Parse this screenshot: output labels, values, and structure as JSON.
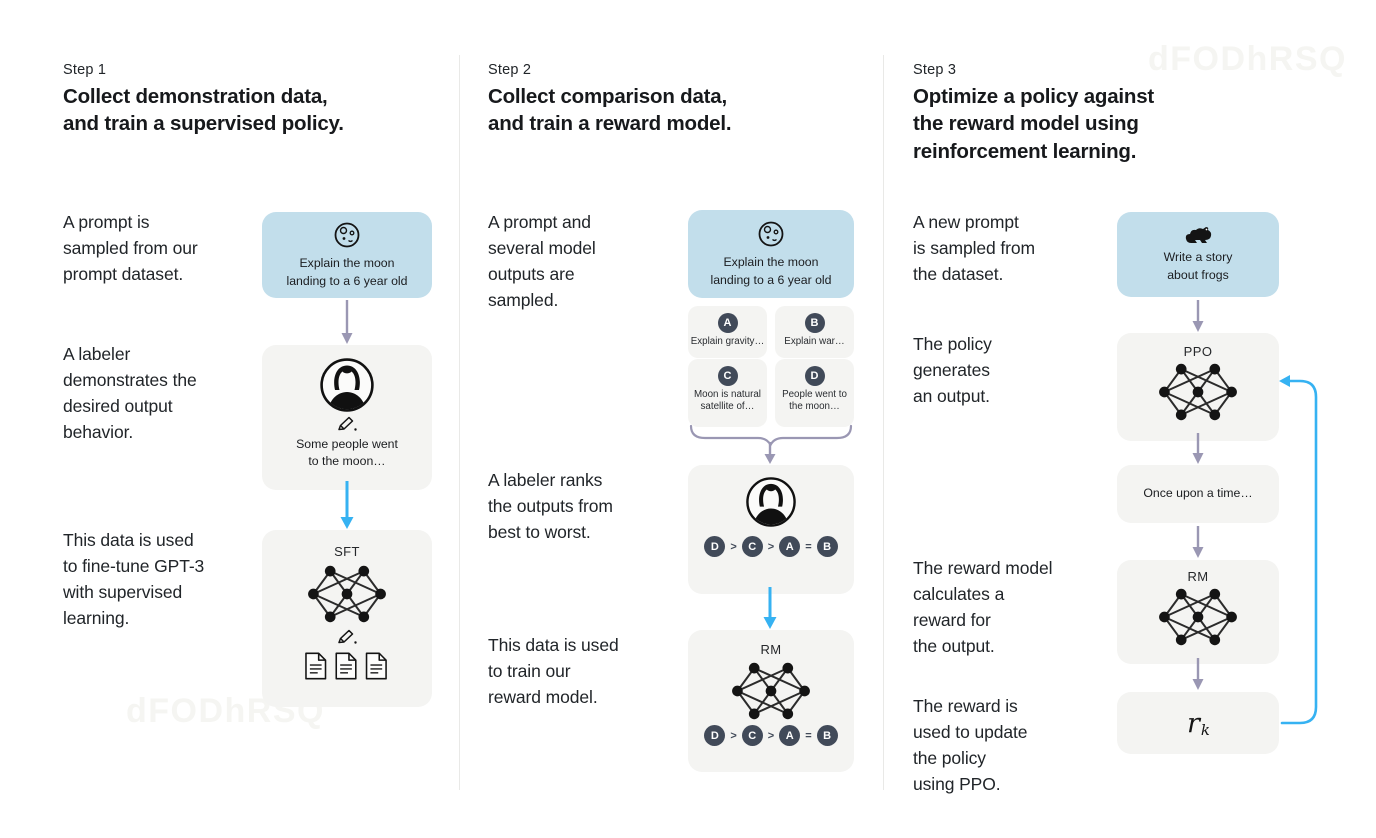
{
  "watermark": "dFODhRSQ",
  "colors": {
    "prompt_box_bg": "#c2deeb",
    "panel_bg": "#f4f4f2",
    "flow_arrow_gray": "#9a97b3",
    "flow_arrow_blue": "#36b2f2",
    "badge_bg": "#414a59",
    "text": "#212529"
  },
  "steps": [
    {
      "label": "Step 1",
      "title": "Collect demonstration data,\nand train a supervised policy.",
      "paragraphs": [
        "A prompt is\nsampled from our\nprompt dataset.",
        "A labeler\ndemonstrates the\ndesired output\nbehavior.",
        "This data is used\nto fine-tune GPT-3\nwith supervised\nlearning."
      ],
      "prompt_box": {
        "icon": "moon-icon",
        "text": "Explain the moon\nlanding to a 6 year old"
      },
      "labeler_box": {
        "icon": "labeler-avatar-icon",
        "text": "Some people went\nto the moon…"
      },
      "model_box": {
        "label": "SFT"
      }
    },
    {
      "label": "Step 2",
      "title": "Collect comparison data,\nand train a reward model.",
      "paragraphs": [
        "A prompt and\nseveral model\noutputs are\nsampled.",
        "A labeler ranks\nthe outputs from\nbest to worst.",
        "This data is used\nto train our\nreward model."
      ],
      "prompt_box": {
        "icon": "moon-icon",
        "text": "Explain the moon\nlanding to a 6 year old"
      },
      "outputs": [
        {
          "letter": "A",
          "caption": "Explain gravity…"
        },
        {
          "letter": "B",
          "caption": "Explain war…"
        },
        {
          "letter": "C",
          "caption": "Moon is natural\nsatellite of…"
        },
        {
          "letter": "D",
          "caption": "People went to\nthe moon…"
        }
      ],
      "ranking": [
        "D",
        ">",
        "C",
        ">",
        "A",
        "=",
        "B"
      ],
      "model_box": {
        "label": "RM"
      }
    },
    {
      "label": "Step 3",
      "title": "Optimize a policy against\nthe reward model using\nreinforcement learning.",
      "paragraphs": [
        "A new prompt\nis sampled from\nthe dataset.",
        "The policy\ngenerates\nan output.",
        "The reward model\ncalculates a\nreward for\nthe output.",
        "The reward is\nused to update\nthe policy\nusing PPO."
      ],
      "prompt_box": {
        "icon": "frog-icon",
        "text": "Write a story\nabout frogs"
      },
      "policy_box": {
        "label": "PPO"
      },
      "output_box": {
        "text": "Once upon a time…"
      },
      "reward_model_box": {
        "label": "RM"
      },
      "reward_box": {
        "symbol": "r",
        "subscript": "k"
      }
    }
  ]
}
